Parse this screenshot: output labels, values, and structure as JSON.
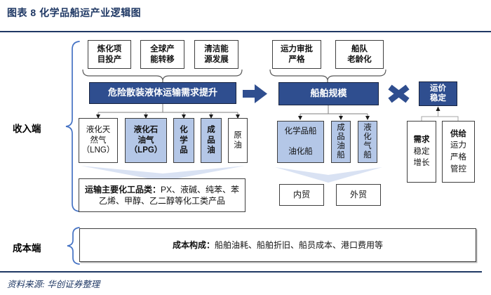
{
  "title": "图表 8 化学品船运产业逻辑图",
  "section_labels": {
    "income": "收入端",
    "cost": "成本端"
  },
  "income": {
    "demand_drivers": [
      "炼化项\n目投产",
      "全球产\n能转移",
      "清洁能\n源发展"
    ],
    "demand_result": "危险散装液体运输需求提升",
    "supply_drivers": [
      "运力审批\n严格",
      "船队\n老龄化"
    ],
    "supply_result": "船舶规模",
    "freight_result": "运价\n稳定",
    "commodities": [
      "液化天\n然气\n（LNG）",
      "液化石\n油气\n（LPG）",
      "化\n学\n品",
      "成\n品\n油",
      "原\n油"
    ],
    "chemicals_label": "运输主要化工品类：",
    "chemicals_list": "PX、液碱、纯苯、苯乙烯、甲醇、乙二醇等化工类产品",
    "ship_types": [
      "化学品船\n\n油化船",
      "成\n品\n油\n船",
      "液\n化\n气\n船"
    ],
    "trade_modes": [
      "内贸",
      "外贸"
    ],
    "demand_side": {
      "head": "需求",
      "body": "稳定\n增长"
    },
    "supply_side": {
      "head": "供给",
      "body": "运力\n严格\n管控"
    }
  },
  "cost": {
    "label": "成本构成：",
    "content": "船舶油耗、船舶折旧、船员成本、港口费用等"
  },
  "source": "资料来源: 华创证券整理",
  "colors": {
    "navy": "#1F3864",
    "box_navy": "#2F4E8F",
    "light_blue": "#B4C7E7",
    "chevron": "#D9E2F3",
    "brace": "#4472C4"
  }
}
